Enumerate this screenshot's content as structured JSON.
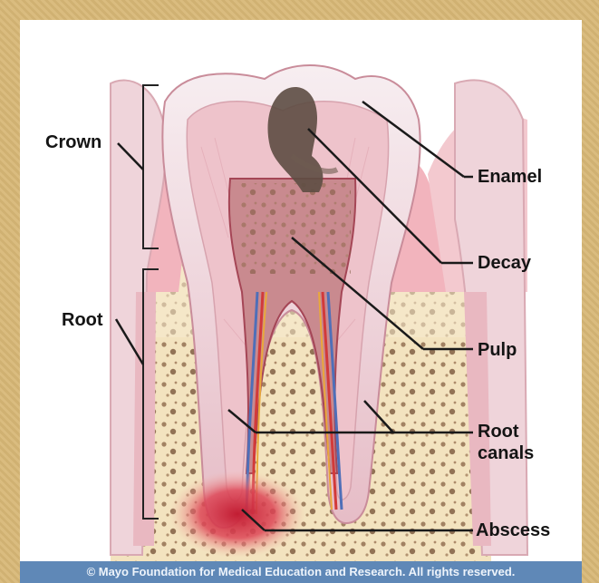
{
  "labels": {
    "crown": "Crown",
    "root": "Root",
    "enamel": "Enamel",
    "decay": "Decay",
    "pulp": "Pulp",
    "root_canals_line1": "Root",
    "root_canals_line2": "canals",
    "abscess": "Abscess"
  },
  "footer": {
    "credit": "© Mayo Foundation for Medical Education and Research. All rights reserved."
  },
  "colors": {
    "frame": "#d8b877",
    "footer": "#5f88b7",
    "enamel": "#f2dde4",
    "dentin": "#efc8cf",
    "pulp": "#c9868a",
    "decay": "#5a4b40",
    "bone": "#f2e0b8",
    "gum": "#f0b3bd",
    "abscess": "#d7263d"
  }
}
